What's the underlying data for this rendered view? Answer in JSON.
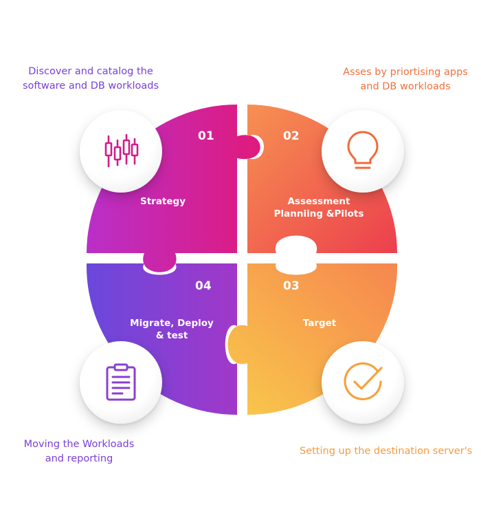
{
  "colors": {
    "strategy": [
      "#b92fc9",
      "#e01a7c"
    ],
    "assessment": [
      "#f79152",
      "#ec3f4d"
    ],
    "target": [
      "#f9c94b",
      "#f6864f"
    ],
    "migrate": [
      "#6a48dc",
      "#a138c9"
    ],
    "caption_purple": "#7a3fd6",
    "caption_orange": "#f27a3e"
  },
  "captions": {
    "strategy": [
      "Discover and catalog the",
      "software and DB workloads"
    ],
    "assessment": [
      "Asses by priortising apps",
      "and DB workloads"
    ],
    "migrate": [
      "Moving the Workloads",
      "and reporting"
    ],
    "target": [
      "Setting up the destination server's"
    ]
  },
  "pieces": {
    "strategy": {
      "number": "01",
      "label": [
        "Strategy"
      ],
      "icon": "candlestick-chart-icon"
    },
    "assessment": {
      "number": "02",
      "label": [
        "Assessment",
        "Planniing &Pilots"
      ],
      "icon": "lightbulb-icon"
    },
    "target": {
      "number": "03",
      "label": [
        "Target"
      ],
      "icon": "checkmark-circle-icon"
    },
    "migrate": {
      "number": "04",
      "label": [
        "Migrate, Deploy",
        "& test"
      ],
      "icon": "clipboard-icon"
    }
  }
}
